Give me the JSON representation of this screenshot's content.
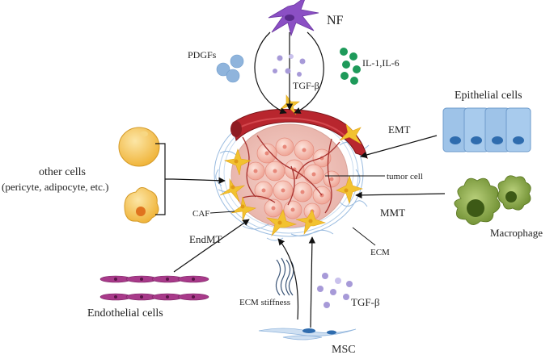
{
  "labels": {
    "nf": "NF",
    "pdgfs": "PDGFs",
    "il": "IL-1,IL-6",
    "tgf_top": "TGF-β",
    "epithelial": "Epithelial cells",
    "emt": "EMT",
    "tumor_cell": "tumor cell",
    "other_cells": "other cells",
    "other_cells_detail": "(pericyte, adipocyte, etc.)",
    "caf": "CAF",
    "mmt": "MMT",
    "macrophage": "Macrophage",
    "endmt": "EndMT",
    "ecm": "ECM",
    "endothelial": "Endothelial cells",
    "ecm_stiffness": "ECM stiffness",
    "tgf_bottom": "TGF-β",
    "msc": "MSC"
  },
  "colors": {
    "nf": "#8b4fc4",
    "pdgf": "#8fb4dc",
    "il": "#1e9a5a",
    "tgf": "#a79ad8",
    "vessel": "#b8262e",
    "tumor_cell": "#f3b3a6",
    "caf": "#f2c230",
    "ecm_fiber": "#8fb4dc",
    "epithelial": "#9ec3e8",
    "macrophage": "#7c9a3a",
    "endothelial": "#a83a8a",
    "other_cell": "#f2c043"
  }
}
